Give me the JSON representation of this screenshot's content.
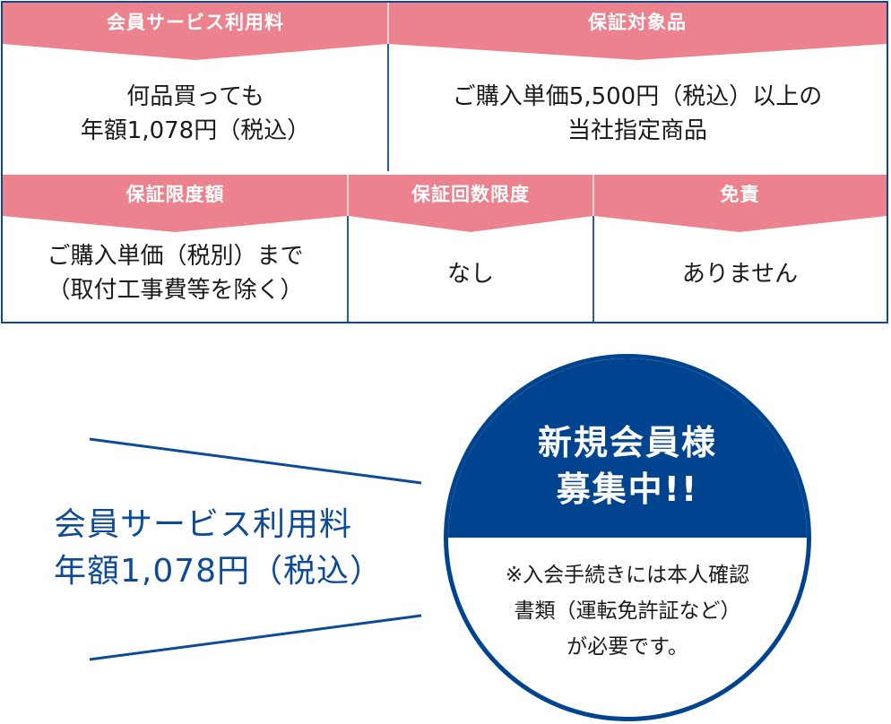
{
  "colors": {
    "header_pink": "#EC828D",
    "navy": "#00438F",
    "border_blue": "#0B4A98",
    "text": "#1A1A1A"
  },
  "table": {
    "row1": [
      {
        "header": "会員サービス利用料",
        "body": [
          "何品買っても",
          "年額1,078円（税込）"
        ]
      },
      {
        "header": "保証対象品",
        "body": [
          "ご購入単価5,500円（税込）以上の",
          "当社指定商品"
        ]
      }
    ],
    "row2": [
      {
        "header": "保証限度額",
        "body": [
          "ご購入単価（税別）まで",
          "（取付工事費等を除く）"
        ]
      },
      {
        "header": "保証回数限度",
        "body": [
          "なし"
        ]
      },
      {
        "header": "免責",
        "body": [
          "ありません"
        ]
      }
    ]
  },
  "promo": {
    "line1": "会員サービス利用料",
    "line2": "年額1,078円（税込）"
  },
  "badge": {
    "title_line1": "新規会員様",
    "title_line2": "募集中!!",
    "note_line1": "※入会手続きには本人確認",
    "note_line2": "書類（運転免許証など）",
    "note_line3": "が必要です。"
  }
}
